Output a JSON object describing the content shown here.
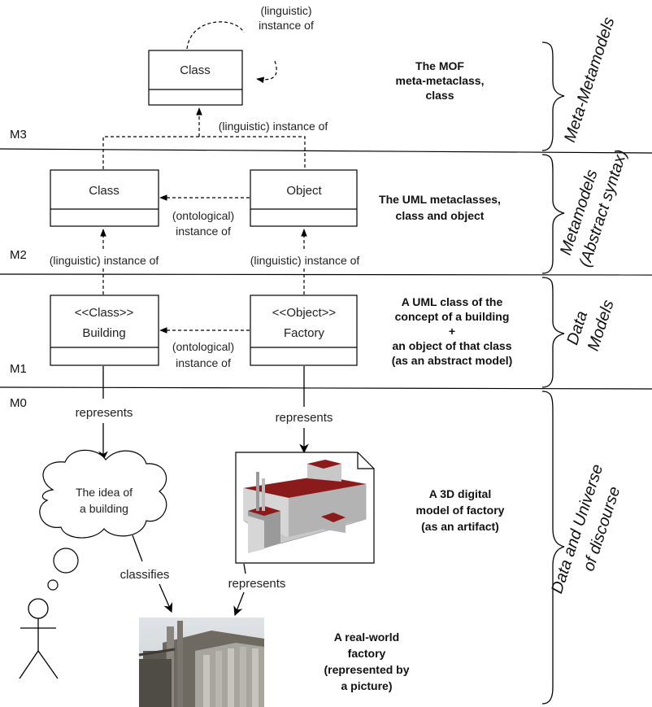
{
  "levels": {
    "m3": "M3",
    "m2": "M2",
    "m1": "M1",
    "m0": "M0"
  },
  "boxes": {
    "mof_class": "Class",
    "uml_class": "Class",
    "uml_object": "Object",
    "building_stereo": "<<Class>>",
    "building_name": "Building",
    "factory_stereo": "<<Object>>",
    "factory_name": "Factory"
  },
  "edge_labels": {
    "self_instance_1": "(linguistic)",
    "self_instance_2": "instance of",
    "m3_instance": "(linguistic) instance of",
    "m2_ontological_1": "(ontological)",
    "m2_ontological_2": "instance of",
    "m2_left_linguistic": "(linguistic) instance of",
    "m2_right_linguistic": "(linguistic) instance of",
    "m1_ontological_1": "(ontological)",
    "m1_ontological_2": "instance of",
    "represents_left": "represents",
    "represents_right": "represents",
    "classifies": "classifies",
    "represents_bottom": "represents"
  },
  "cloud": {
    "line1": "The idea of",
    "line2": "a building"
  },
  "descriptions": {
    "mof": [
      "The MOF",
      "meta-metaclass,",
      "class"
    ],
    "uml": [
      "The UML metaclasses,",
      "class and object"
    ],
    "data_model": [
      "A UML class of the",
      "concept of a building",
      "+",
      "an object of that class",
      "(as an abstract model)"
    ],
    "digital": [
      "A 3D digital",
      "model of factory",
      "(as an artifact)"
    ],
    "real": [
      "A real-world",
      "factory",
      "(represented by",
      "a picture)"
    ]
  },
  "side_labels": {
    "meta_metamodels": "Meta-Metamodels",
    "metamodels_1": "Metamodels",
    "metamodels_2": "(Abstract syntax)",
    "data_models_1": "Data",
    "data_models_2": "Models",
    "universe_1": "Data and Universe",
    "universe_2": "of discourse"
  },
  "colors": {
    "factory_roof": "#8b1a1a",
    "factory_wall": "#c8c8c8",
    "factory_shade": "#9a9a9a"
  },
  "icons": {
    "actor": "stick-figure-icon",
    "photo": "factory-photo",
    "model": "factory-3d-model"
  }
}
